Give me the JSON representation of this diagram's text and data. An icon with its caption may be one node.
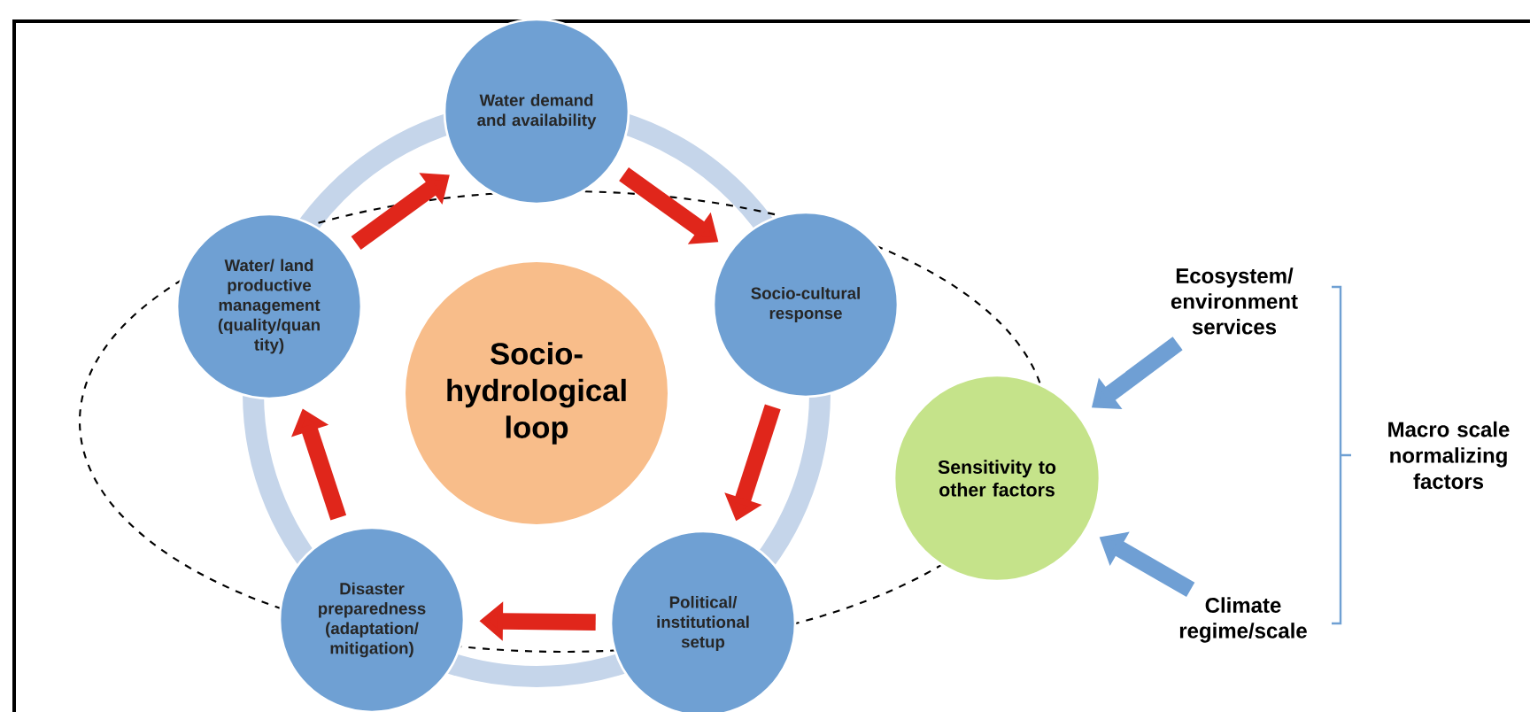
{
  "diagram": {
    "nodes": [
      {
        "text": [
          "Water demand and availability"
        ]
      },
      {
        "text": [
          "Socio-cultural response"
        ]
      },
      {
        "text": [
          "Political/ institutional setup"
        ]
      },
      {
        "text": [
          "Disaster preparedness (adaptation/ mitigation)"
        ]
      },
      {
        "text": [
          "Water/ land productive management (quality/quan tity)"
        ]
      },
      {
        "text": [
          "Socio- hydrological loop"
        ]
      },
      {
        "text": [
          "Sensitivity to other factors"
        ]
      },
      {
        "text": [
          "Ecosystem/ environment services"
        ]
      },
      {
        "text": [
          "Climate regime/scale"
        ]
      }
    ],
    "edges": [
      {
        "from": 4,
        "to": 0,
        "arrow": "to"
      },
      {
        "from": 0,
        "to": 1,
        "arrow": "to"
      },
      {
        "from": 1,
        "to": 2,
        "arrow": "to"
      },
      {
        "from": 2,
        "to": 3,
        "arrow": "to"
      },
      {
        "from": 3,
        "to": 4,
        "arrow": "to"
      },
      {
        "from": 7,
        "to": 6,
        "arrow": "to",
        "color": "#6f9fd4"
      },
      {
        "from": 8,
        "to": 6,
        "arrow": "to",
        "color": "#6f9fd4"
      }
    ],
    "labels": [
      "Macro scale normalizing factors"
    ]
  }
}
